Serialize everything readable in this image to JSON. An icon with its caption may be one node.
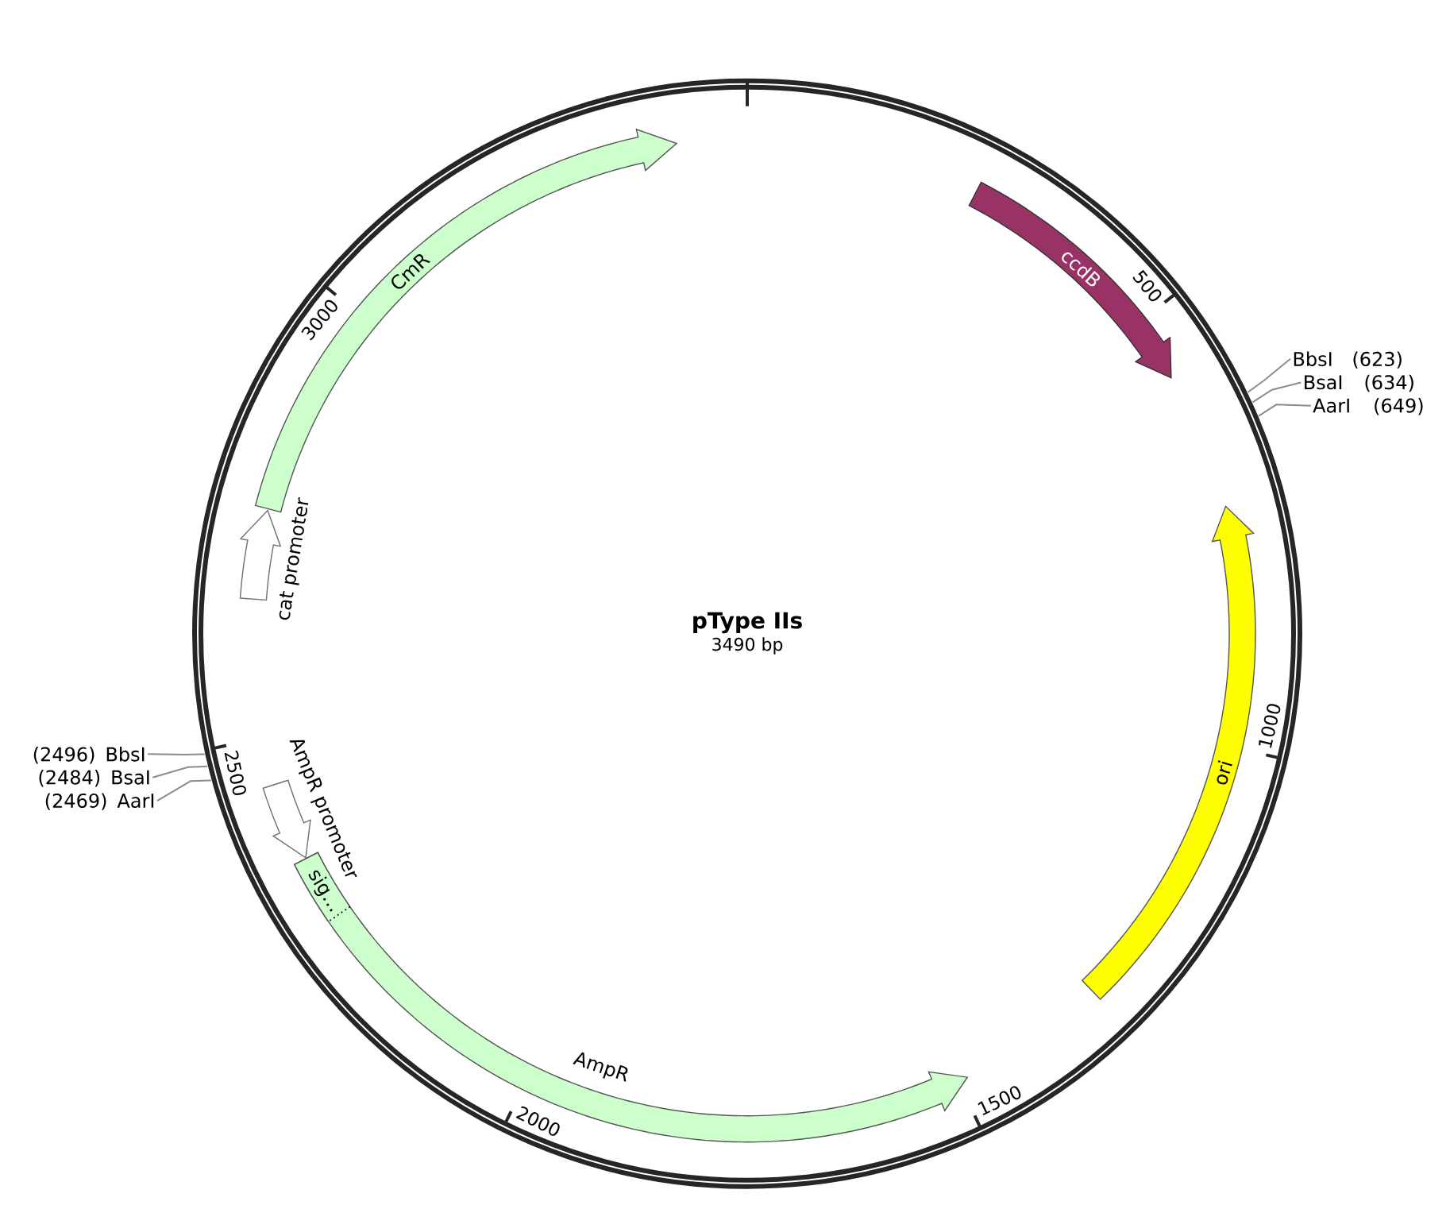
{
  "diagram": {
    "title": "pType IIs",
    "nodes": [
      {
        "text": [
          "CmR"
        ]
      },
      {
        "text": [
          "ccdB"
        ]
      },
      {
        "text": [
          "BbsI",
          "(623)"
        ]
      },
      {
        "text": [
          "BsaI",
          "(634)"
        ]
      },
      {
        "text": [
          "AarI",
          "(649)"
        ]
      },
      {
        "text": [
          "cat promoter"
        ]
      },
      {
        "text": [
          "ori"
        ]
      },
      {
        "text": [
          "(2496)",
          "BbsI"
        ]
      },
      {
        "text": [
          "(2484)",
          "BsaI"
        ]
      },
      {
        "text": [
          "(2469)",
          "AarI"
        ]
      },
      {
        "text": [
          "AmpR promoter"
        ]
      },
      {
        "text": [
          "AmpR"
        ]
      },
      {
        "text": [
          "sig…"
        ],
        "in": 11
      }
    ],
    "edges": [
      {
        "from": 2,
        "to": null,
        "arrow": "none"
      },
      {
        "from": 3,
        "to": null,
        "arrow": "none"
      },
      {
        "from": 4,
        "to": null,
        "arrow": "none"
      },
      {
        "from": 7,
        "to": null,
        "arrow": "none"
      },
      {
        "from": 8,
        "to": null,
        "arrow": "none"
      },
      {
        "from": 9,
        "to": null,
        "arrow": "none"
      }
    ],
    "labels": [
      "3490 bp",
      "500",
      "1000",
      "1500",
      "2000",
      "2500",
      "3000"
    ]
  }
}
